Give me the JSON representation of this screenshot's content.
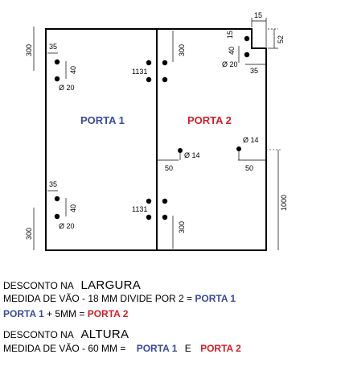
{
  "colors": {
    "porta1": "#3a4a9a",
    "porta2": "#d0202a",
    "line": "#000000"
  },
  "diagram": {
    "porta1_label": "PORTA 1",
    "porta2_label": "PORTA 2",
    "dim_300": "300",
    "dim_35": "35",
    "dim_40": "40",
    "dim_diam20": "Ø 20",
    "dim_1131": "1131",
    "dim_15": "15",
    "dim_52": "52",
    "dim_diam14": "Ø 14",
    "dim_50": "50",
    "dim_1000": "1000"
  },
  "notes": {
    "line1_prefix": "DESCONTO NA",
    "line1_big": "LARGURA",
    "line2_text": "MEDIDA DE VÃO - 18 MM DIVIDE POR 2 =",
    "line2_result": "PORTA 1",
    "line3_a": "PORTA 1",
    "line3_mid": "+ 5MM =",
    "line3_b": "PORTA 2",
    "line4_prefix": "DESCONTO NA",
    "line4_big": "ALTURA",
    "line5_text": "MEDIDA DE VÃO - 60 MM =",
    "line5_a": "PORTA 1",
    "line5_e": "E",
    "line5_b": "PORTA 2"
  }
}
